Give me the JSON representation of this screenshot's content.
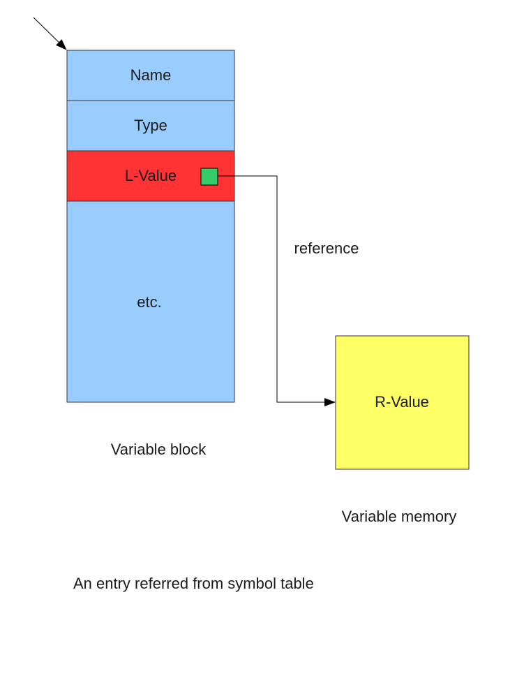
{
  "variable_block": {
    "rows": {
      "name": "Name",
      "type": "Type",
      "lvalue": "L-Value",
      "etc": "etc."
    },
    "caption": "Variable block"
  },
  "edge": {
    "label": "reference"
  },
  "variable_memory": {
    "cell": "R-Value",
    "caption": "Variable memory"
  },
  "footer": {
    "caption": "An entry referred from symbol table"
  },
  "colors": {
    "block_fill": "#99ccff",
    "lvalue_fill": "#ff3333",
    "pointer_fill": "#33cc66",
    "memory_fill": "#ffff66",
    "line": "#000000"
  }
}
